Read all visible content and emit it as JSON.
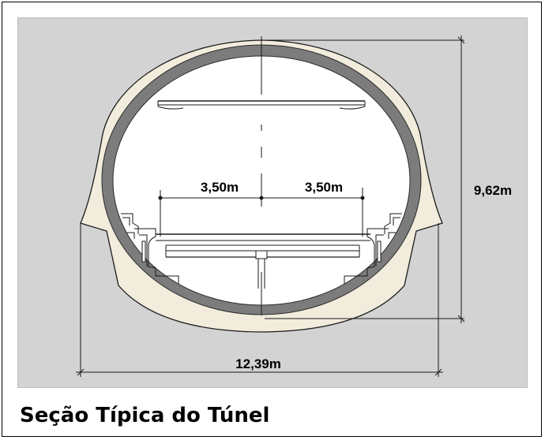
{
  "diagram": {
    "dimensions": {
      "lane_left": "3,50m",
      "lane_right": "3,50m",
      "height": "9,62m",
      "width": "12,39m"
    },
    "caption": "Seção Típica do Túnel",
    "colors": {
      "background": "#d3d3d3",
      "lining_outer": "#f1ecdc",
      "lining_inner": "#7c7c7c",
      "interior": "#ffffff",
      "line": "#000000"
    }
  }
}
